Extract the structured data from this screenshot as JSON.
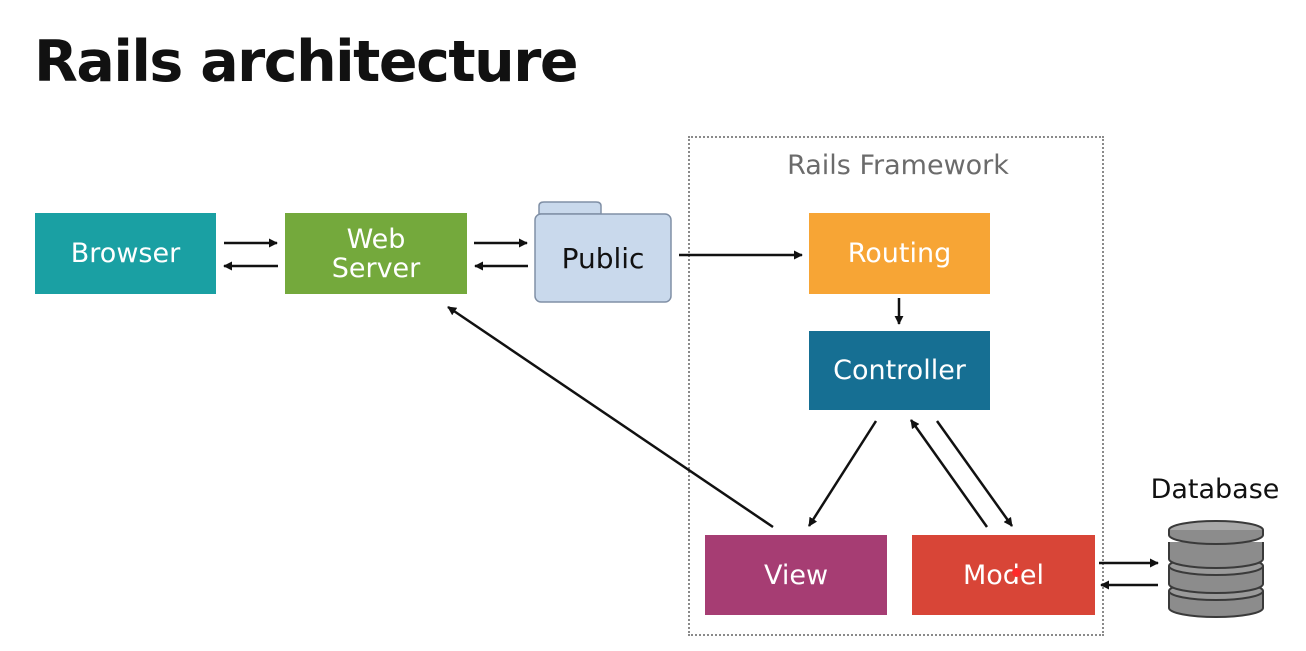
{
  "title": "Rails architecture",
  "frame": {
    "label": "Rails Framework"
  },
  "nodes": {
    "browser": {
      "label": "Browser",
      "color": "#1aa0a3"
    },
    "web_server": {
      "line1": "Web",
      "line2": "Server",
      "color": "#74a93c"
    },
    "public": {
      "label": "Public",
      "icon": "folder-icon",
      "color": "#c9d9ec"
    },
    "routing": {
      "label": "Routing",
      "color": "#f7a535"
    },
    "controller": {
      "label": "Controller",
      "color": "#166f93"
    },
    "view": {
      "label": "View",
      "color": "#a63d73"
    },
    "model": {
      "label": "Model",
      "color": "#d84537"
    },
    "database": {
      "label": "Database",
      "icon": "database-icon",
      "color": "#8c8c8c"
    }
  },
  "edges": [
    {
      "from": "Browser",
      "to": "Web Server"
    },
    {
      "from": "Web Server",
      "to": "Browser"
    },
    {
      "from": "Web Server",
      "to": "Public"
    },
    {
      "from": "Public",
      "to": "Web Server"
    },
    {
      "from": "Public",
      "to": "Routing"
    },
    {
      "from": "Routing",
      "to": "Controller"
    },
    {
      "from": "Controller",
      "to": "View"
    },
    {
      "from": "Controller",
      "to": "Model"
    },
    {
      "from": "Model",
      "to": "Controller"
    },
    {
      "from": "View",
      "to": "Web Server"
    },
    {
      "from": "Model",
      "to": "Database"
    },
    {
      "from": "Database",
      "to": "Model"
    }
  ]
}
